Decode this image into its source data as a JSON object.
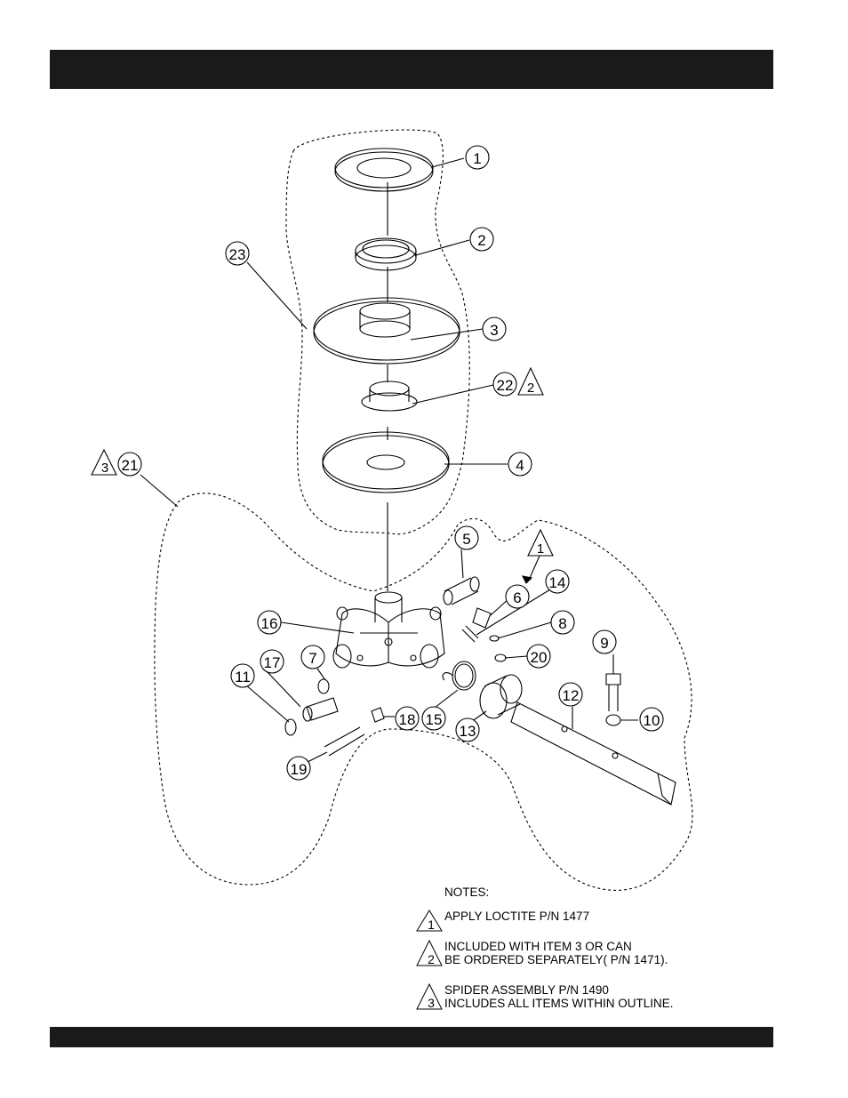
{
  "header_bar": {
    "color": "#1a1a1a"
  },
  "footer_bar": {
    "color": "#1a1a1a"
  },
  "callouts": {
    "c1": "1",
    "c2": "2",
    "c3": "3",
    "c4": "4",
    "c5": "5",
    "c6": "6",
    "c7": "7",
    "c8": "8",
    "c9": "9",
    "c10": "10",
    "c11": "11",
    "c12": "12",
    "c13": "13",
    "c14": "14",
    "c15": "15",
    "c16": "16",
    "c17": "17",
    "c18": "18",
    "c19": "19",
    "c20": "20",
    "c21": "21",
    "c22": "22",
    "c23": "23"
  },
  "flags": {
    "f1": "1",
    "f2": "2",
    "f3": "3"
  },
  "notes": {
    "heading": "NOTES:",
    "items": [
      {
        "flag": "1",
        "lines": [
          "APPLY LOCTITE  P/N 1477"
        ]
      },
      {
        "flag": "2",
        "lines": [
          "INCLUDED WITH  ITEM 3 OR CAN",
          "BE ORDERED SEPARATELY( P/N 1471)."
        ]
      },
      {
        "flag": "3",
        "lines": [
          "SPIDER ASSEMBLY P/N 1490",
          "INCLUDES ALL ITEMS WITHIN OUTLINE."
        ]
      }
    ]
  }
}
